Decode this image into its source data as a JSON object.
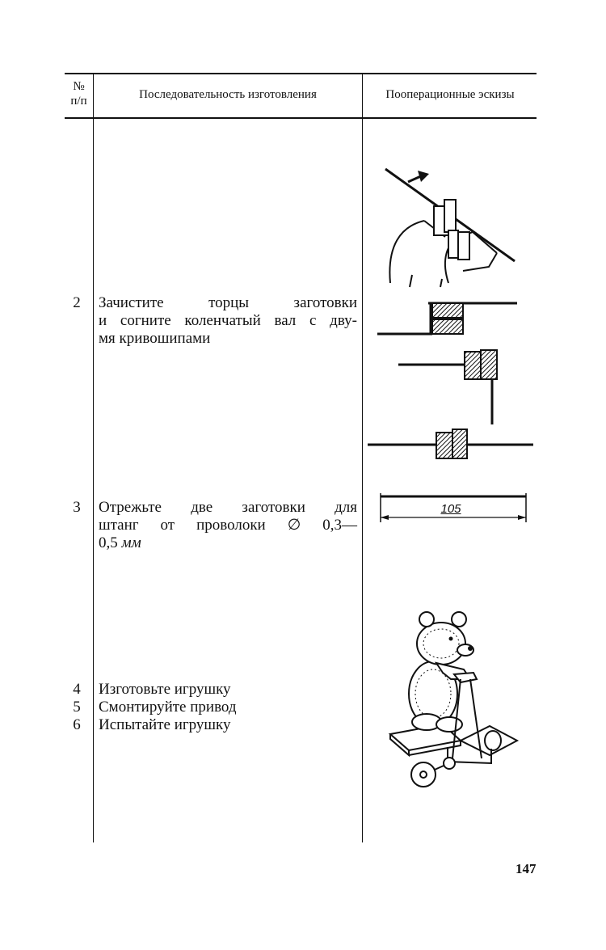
{
  "table": {
    "headers": {
      "number_line1": "№",
      "number_line2": "п/п",
      "sequence": "Последовательность изготовления",
      "sketches": "Пооперационные эскизы"
    },
    "rows": [
      {
        "number": "2",
        "lines": [
          "Зачистите  торцы  заготовки",
          "и согните коленчатый вал с дву-",
          "мя  кривошипами"
        ]
      },
      {
        "number": "3",
        "lines": [
          "Отрежьте  две  заготовки  для",
          "штанг  от  проволоки  ∅ 0,3—"
        ],
        "line3_value": "0,5",
        "line3_unit": "мм"
      },
      {
        "number": "4",
        "lines": [
          "Изготовьте игрушку"
        ]
      },
      {
        "number": "5",
        "lines": [
          "Смонтируйте привод"
        ]
      },
      {
        "number": "6",
        "lines": [
          "Испытайте игрушку"
        ]
      }
    ]
  },
  "sketches": {
    "dimension_label": "105",
    "icons": [
      "bending-tool-sketch",
      "crankshaft-sketch",
      "rod-dimension-sketch",
      "bear-toy-sketch"
    ]
  },
  "page_number": "147"
}
